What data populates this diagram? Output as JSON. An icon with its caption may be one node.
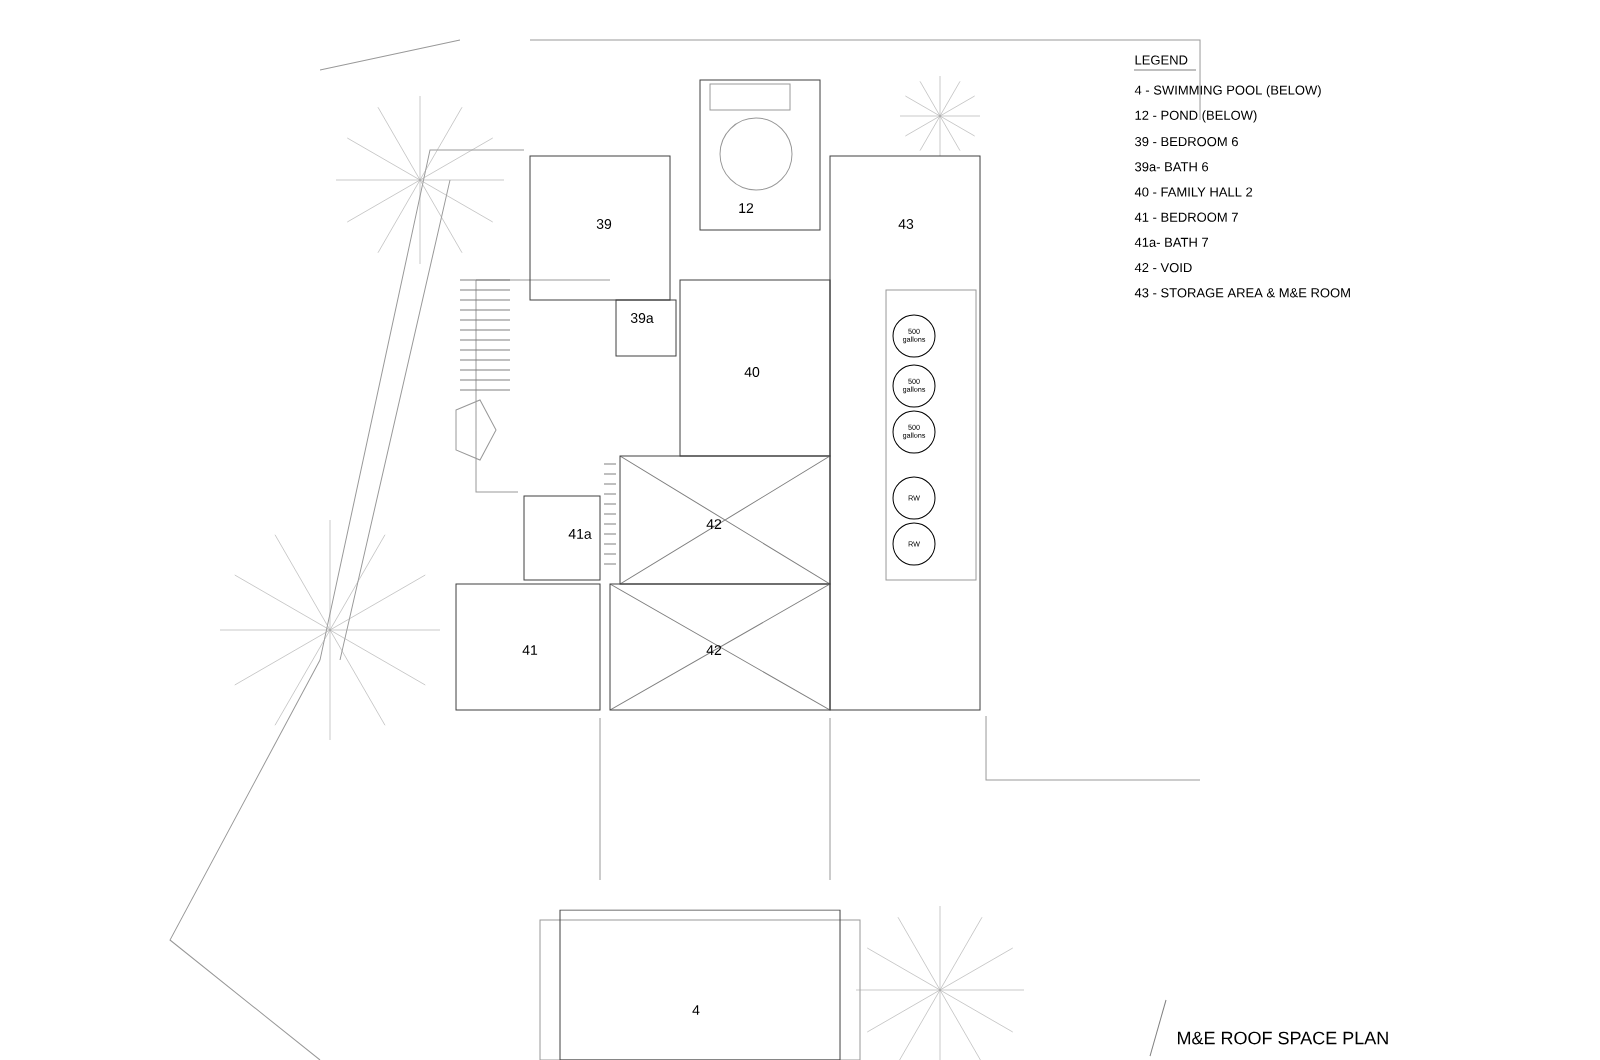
{
  "diagram": {
    "title": "M&E ROOF SPACE PLAN",
    "nodes": [
      {
        "text": [
          "39"
        ]
      },
      {
        "text": [
          "12"
        ]
      },
      {
        "text": [
          "43"
        ]
      },
      {
        "text": [
          "39a"
        ]
      },
      {
        "text": [
          "40"
        ]
      },
      {
        "text": [
          "41a"
        ]
      },
      {
        "text": [
          "42"
        ]
      },
      {
        "text": [
          "42"
        ]
      },
      {
        "text": [
          "41"
        ]
      },
      {
        "text": [
          "4"
        ]
      },
      {
        "text": [
          "500 gallons"
        ],
        "in": 2
      },
      {
        "text": [
          "500 gallons"
        ],
        "in": 2
      },
      {
        "text": [
          "500 gallons"
        ],
        "in": 2
      },
      {
        "text": [
          "RW"
        ],
        "in": 2
      },
      {
        "text": [
          "RW"
        ],
        "in": 2
      }
    ],
    "labels": [
      "LEGEND",
      "4 - SWIMMING POOL (BELOW)",
      "12 - POND (BELOW)",
      "39 - BEDROOM 6",
      "39a- BATH 6",
      "40 - FAMILY HALL 2",
      "41 - BEDROOM 7",
      "41a- BATH 7",
      "42 - VOID",
      "43 - STORAGE AREA & M&E ROOM"
    ]
  }
}
